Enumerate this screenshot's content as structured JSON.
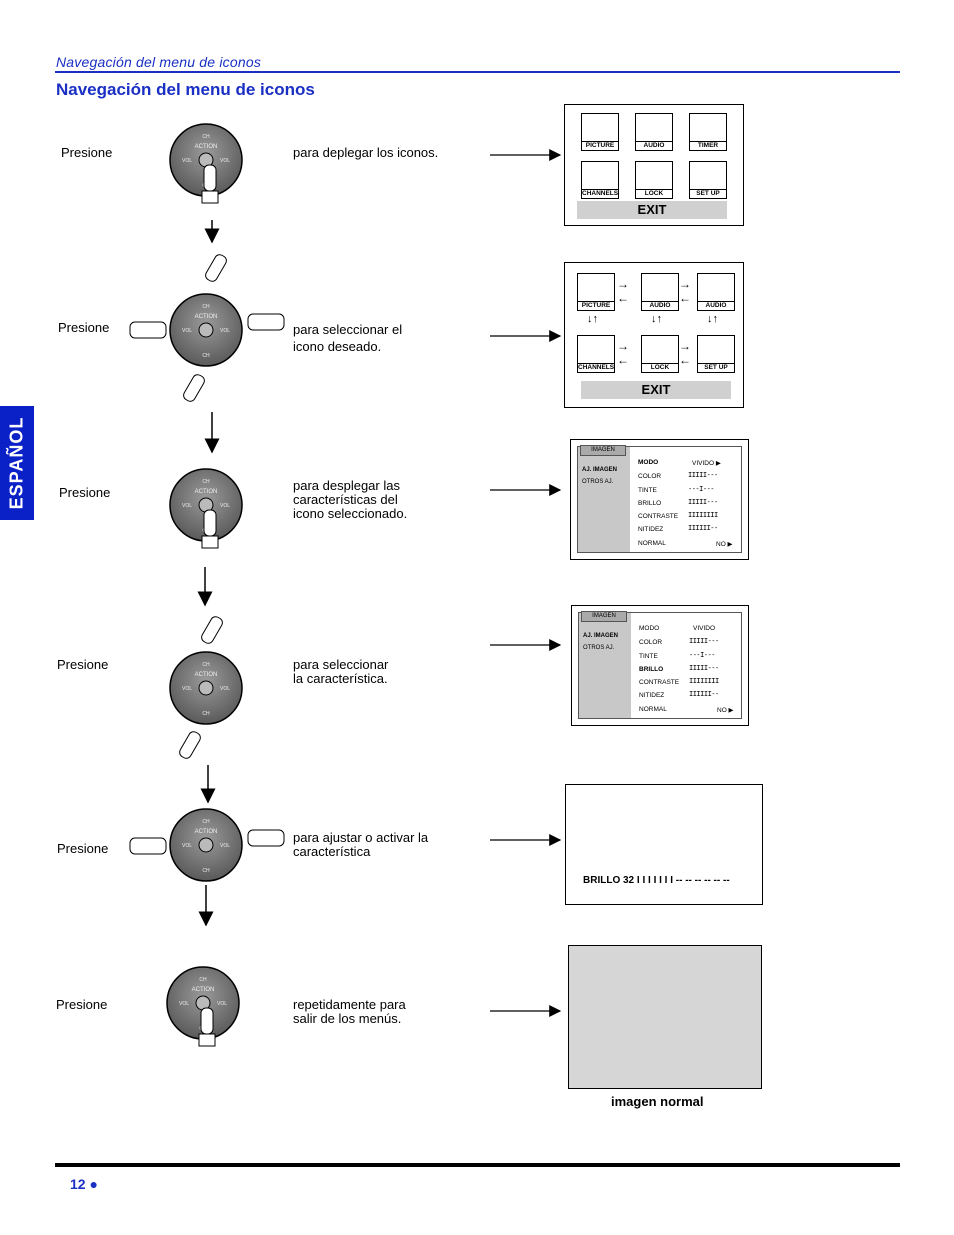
{
  "header": {
    "running_title": "Navegación del menu de iconos",
    "section_title": "Navegación del menu de iconos"
  },
  "side_tab": "ESPAÑOL",
  "footer": {
    "page": "12 ●"
  },
  "remote_labels": {
    "ch": "CH",
    "vol": "VOL",
    "action": "ACTION"
  },
  "steps": [
    {
      "press": "Presione",
      "desc": [
        "para deplegar los iconos."
      ]
    },
    {
      "press": "Presione",
      "desc": [
        "para  seleccionar  el",
        "icono deseado."
      ]
    },
    {
      "press": "Presione",
      "desc": [
        "para  desplegar  las",
        "características  del",
        "icono seleccionado."
      ]
    },
    {
      "press": "Presione",
      "desc": [
        "para    seleccionar",
        "la característica."
      ]
    },
    {
      "press": "Presione",
      "desc": [
        "para ajustar o activar la",
        "característica"
      ]
    },
    {
      "press": "Presione",
      "desc": [
        "repetidamente    para",
        "salir de los menús."
      ]
    }
  ],
  "icons": [
    "PICTURE",
    "AUDIO",
    "TIMER",
    "CHANNELS",
    "LOCK",
    "SET UP"
  ],
  "icons2": [
    "PICTURE",
    "AUDIO",
    "AUDIO",
    "CHANNELS",
    "LOCK",
    "SET UP"
  ],
  "exit_label": "EXIT",
  "osd": {
    "tab": "IMAGEN",
    "menu": [
      "AJ. IMAGEN",
      "OTROS  AJ."
    ],
    "rows": [
      "MODO",
      "COLOR",
      "TINTE",
      "BRILLO",
      "CONTRASTE",
      "NITIDEZ",
      "NORMAL"
    ],
    "mode_value": "VIVIDO",
    "normal_value": "NO"
  },
  "brillo_readout": "BRILLO 32  I I I I I I I -- -- -- -- -- --",
  "normal_caption": "imagen normal"
}
